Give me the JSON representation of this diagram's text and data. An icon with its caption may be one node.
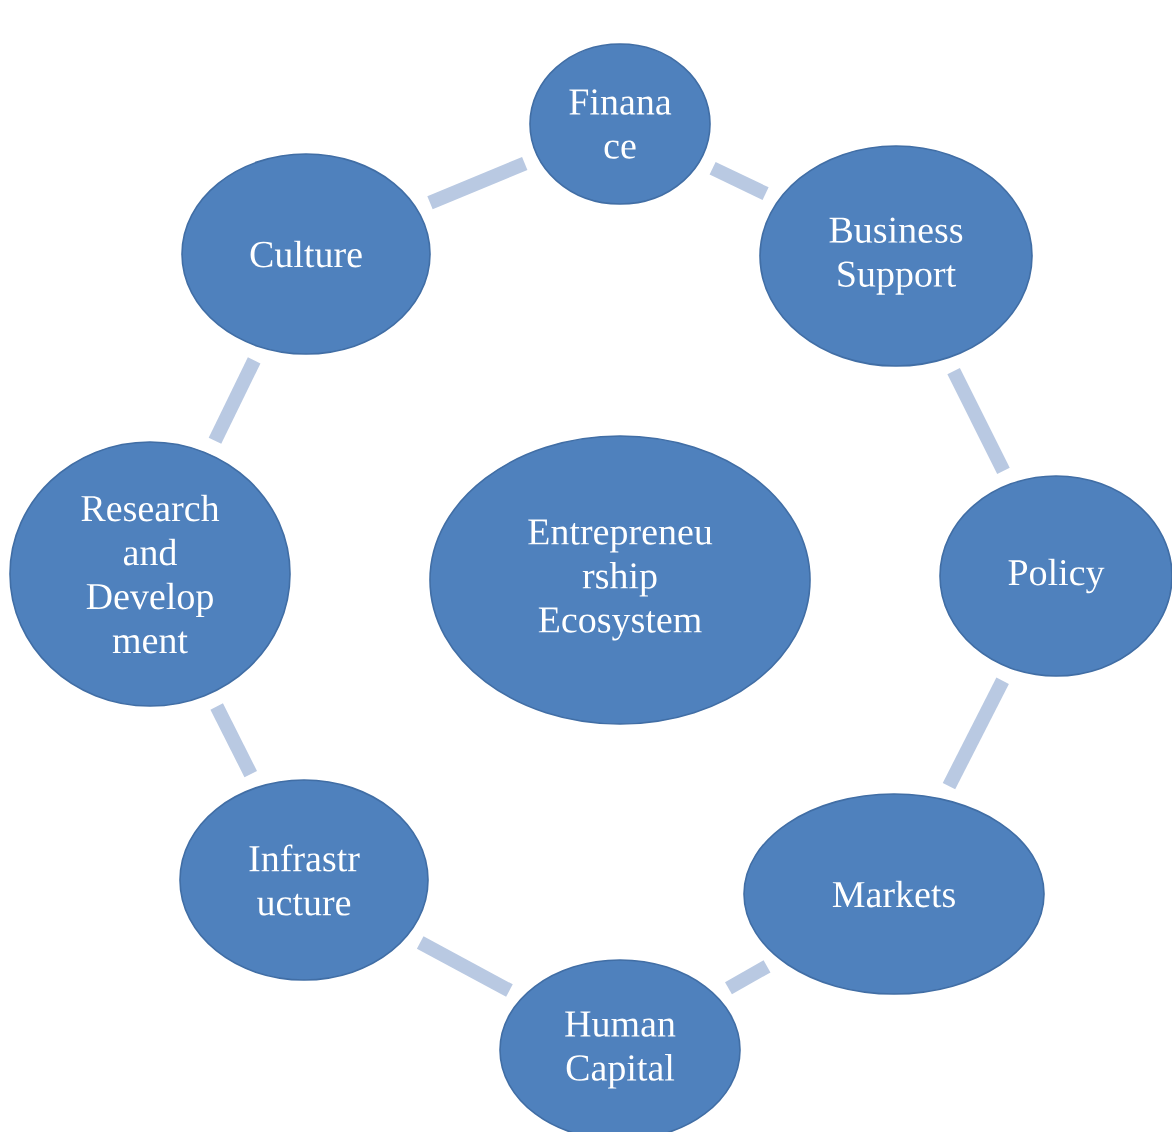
{
  "diagram": {
    "nodes": [
      {
        "text": [
          "Finana ce"
        ]
      },
      {
        "text": [
          "Culture"
        ]
      },
      {
        "text": [
          "Business Support"
        ]
      },
      {
        "text": [
          "Research and Develop ment"
        ]
      },
      {
        "text": [
          "Entrepreneu rship Ecosystem"
        ]
      },
      {
        "text": [
          "Policy"
        ]
      },
      {
        "text": [
          "Infrastr ucture"
        ]
      },
      {
        "text": [
          "Markets"
        ]
      },
      {
        "text": [
          "Human Capital"
        ]
      }
    ],
    "edges": [
      {
        "from": 0,
        "to": 2,
        "arrow": "none"
      },
      {
        "from": 2,
        "to": 5,
        "arrow": "none"
      },
      {
        "from": 5,
        "to": 7,
        "arrow": "none"
      },
      {
        "from": 7,
        "to": 8,
        "arrow": "none"
      },
      {
        "from": 8,
        "to": 6,
        "arrow": "none"
      },
      {
        "from": 6,
        "to": 3,
        "arrow": "none"
      },
      {
        "from": 3,
        "to": 1,
        "arrow": "none"
      },
      {
        "from": 1,
        "to": 0,
        "arrow": "none"
      }
    ]
  }
}
